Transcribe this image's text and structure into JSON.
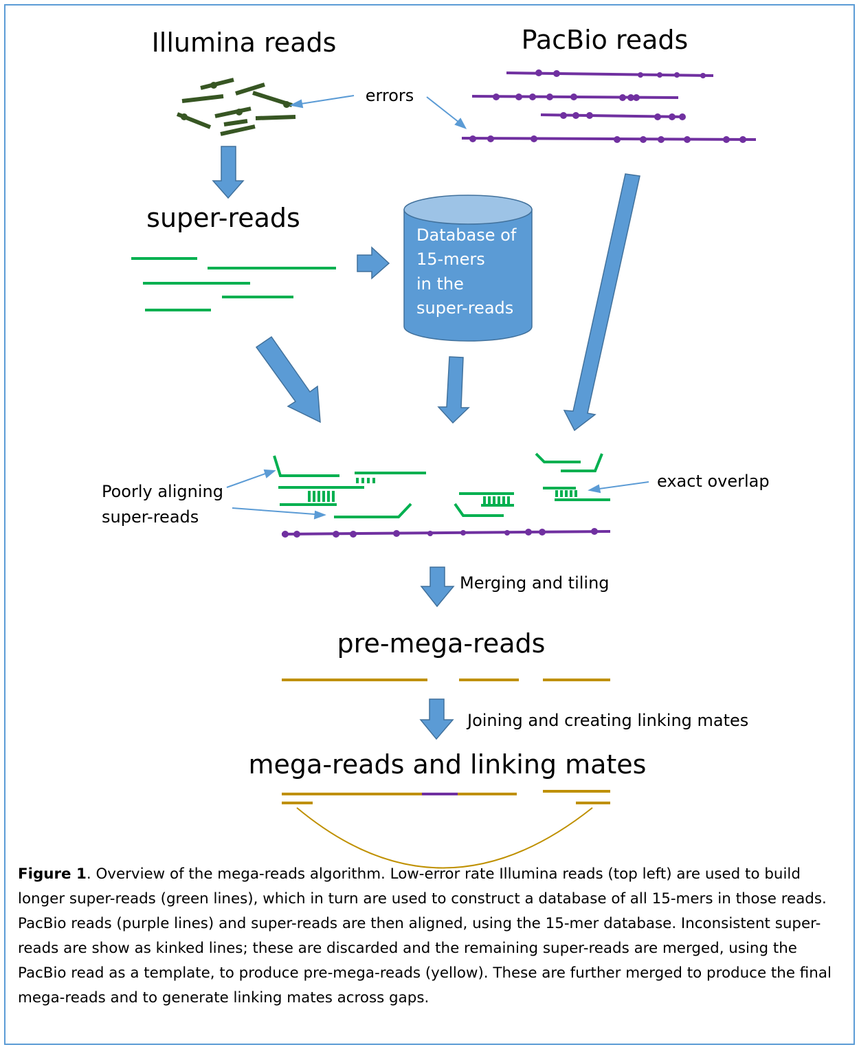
{
  "labels": {
    "illumina": "Illumina reads",
    "pacbio": "PacBio reads",
    "errors": "errors",
    "super_reads": "super-reads",
    "database_lines": [
      "Database of",
      "15-mers",
      "in the",
      "super-reads"
    ],
    "poorly_lines": [
      "Poorly aligning",
      "super-reads"
    ],
    "exact_overlap": "exact overlap",
    "merging": "Merging and tiling",
    "pre_mega": "pre-mega-reads",
    "joining": "Joining and creating linking mates",
    "mega": "mega-reads and linking mates"
  },
  "caption": {
    "figure_label": "Figure 1",
    "text": ". Overview of the mega-reads algorithm. Low-error rate Illumina reads (top left) are used to build longer super-reads (green lines), which in turn are used to construct a database of all 15-mers in those reads. PacBio reads (purple lines) and super-reads are then aligned, using the 15-mer database. Inconsistent super-reads are show as kinked lines; these are discarded and the remaining super-reads are merged, using the PacBio read as a template, to produce pre-mega-reads (yellow). These are further merged to produce the final mega-reads and to generate linking mates across gaps."
  },
  "colors": {
    "illumina_read": "#375623",
    "super_read": "#00b050",
    "pacbio_read": "#7030a0",
    "mega_read": "#bf9000",
    "arrow_fill": "#5b9bd5",
    "arrow_stroke": "#41719c",
    "frame": "#5b9bd5"
  }
}
